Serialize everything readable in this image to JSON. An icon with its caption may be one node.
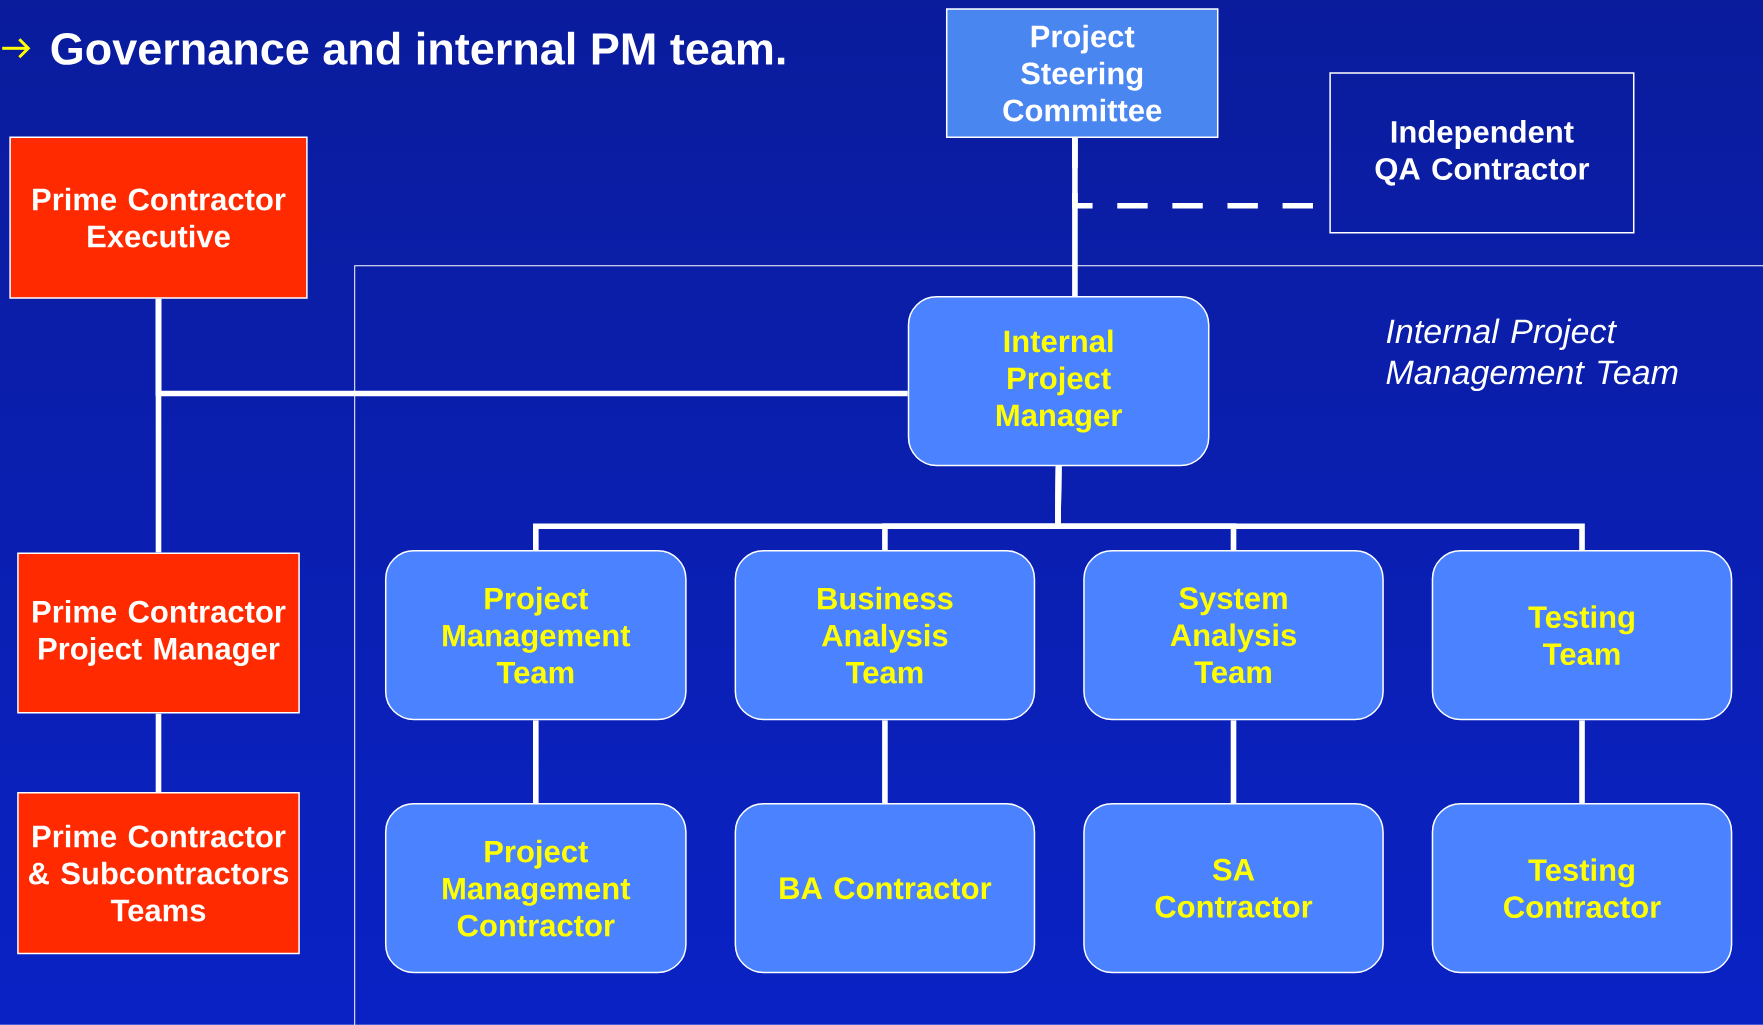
{
  "diagram": {
    "title": "Governance and internal PM team.",
    "nodes": [
      {
        "text": [
          "Project Steering Committee"
        ]
      },
      {
        "text": [
          "Independent QA Contractor"
        ]
      },
      {
        "text": [
          "Prime Contractor Executive"
        ]
      },
      {
        "text": [
          "Internal Project Management Team"
        ]
      },
      {
        "text": [
          "Internal Project Manager"
        ],
        "in": 3
      },
      {
        "text": [
          "Prime Contractor Project Manager"
        ]
      },
      {
        "text": [
          "Project Management Team"
        ],
        "in": 3
      },
      {
        "text": [
          "Business Analysis Team"
        ],
        "in": 3
      },
      {
        "text": [
          "System Analysis Team"
        ],
        "in": 3
      },
      {
        "text": [
          "Testing Team"
        ],
        "in": 3
      },
      {
        "text": [
          "Prime Contractor & Subcontractors Teams"
        ]
      },
      {
        "text": [
          "Project Management Contractor"
        ],
        "in": 3
      },
      {
        "text": [
          "BA Contractor"
        ],
        "in": 3
      },
      {
        "text": [
          "SA Contractor"
        ],
        "in": 3
      },
      {
        "text": [
          "Testing Contractor"
        ],
        "in": 3
      }
    ],
    "edges": [
      {
        "from": 0,
        "to": 4,
        "arrow": "none"
      },
      {
        "from": 0,
        "to": 1,
        "arrow": "none",
        "style": "dashed"
      },
      {
        "from": 2,
        "to": 4,
        "arrow": "none"
      },
      {
        "from": 2,
        "to": 5,
        "arrow": "none"
      },
      {
        "from": 5,
        "to": 10,
        "arrow": "none"
      },
      {
        "from": 4,
        "to": 6,
        "arrow": "none"
      },
      {
        "from": 4,
        "to": 7,
        "arrow": "none"
      },
      {
        "from": 4,
        "to": 8,
        "arrow": "none"
      },
      {
        "from": 4,
        "to": 9,
        "arrow": "none"
      },
      {
        "from": 6,
        "to": 11,
        "arrow": "none"
      },
      {
        "from": 7,
        "to": 12,
        "arrow": "none"
      },
      {
        "from": 8,
        "to": 13,
        "arrow": "none"
      },
      {
        "from": 9,
        "to": 14,
        "arrow": "none"
      }
    ]
  }
}
